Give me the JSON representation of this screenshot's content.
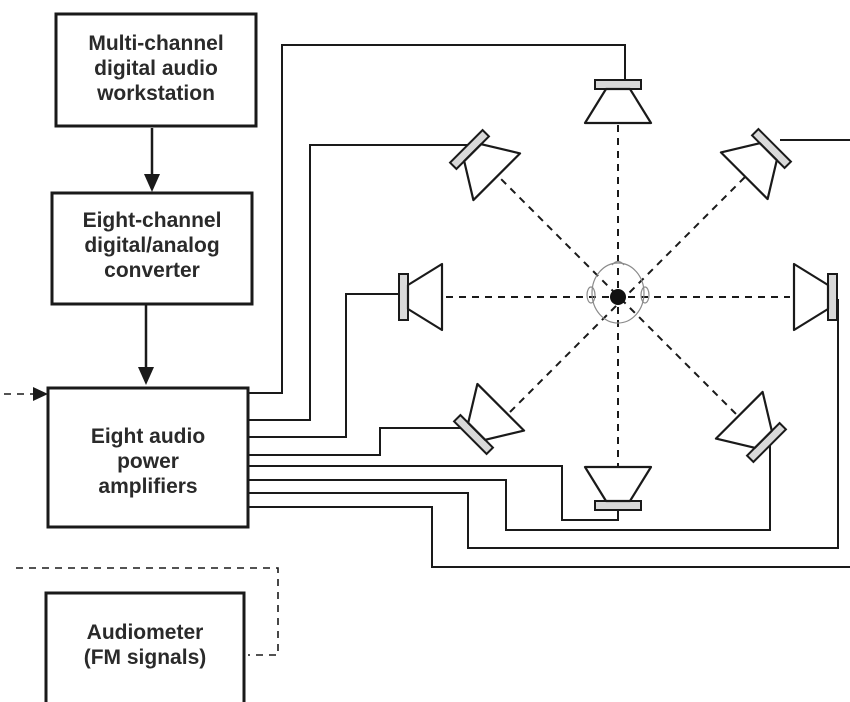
{
  "blocks": {
    "workstation": {
      "line1": "Multi-channel",
      "line2": "digital audio",
      "line3": "workstation"
    },
    "converter": {
      "line1": "Eight-channel",
      "line2": "digital/analog",
      "line3": "converter"
    },
    "amplifiers": {
      "line1": "Eight audio",
      "line2": "power",
      "line3": "amplifiers"
    },
    "audiometer": {
      "line1": "Audiometer",
      "line2": "(FM signals)"
    }
  },
  "speakers": [
    {
      "position": "front"
    },
    {
      "position": "front-right"
    },
    {
      "position": "right"
    },
    {
      "position": "rear-right"
    },
    {
      "position": "rear"
    },
    {
      "position": "rear-left"
    },
    {
      "position": "left"
    },
    {
      "position": "front-left"
    }
  ],
  "colors": {
    "line": "#1a1a1a",
    "text": "#2a2a2a",
    "background": "#ffffff"
  }
}
